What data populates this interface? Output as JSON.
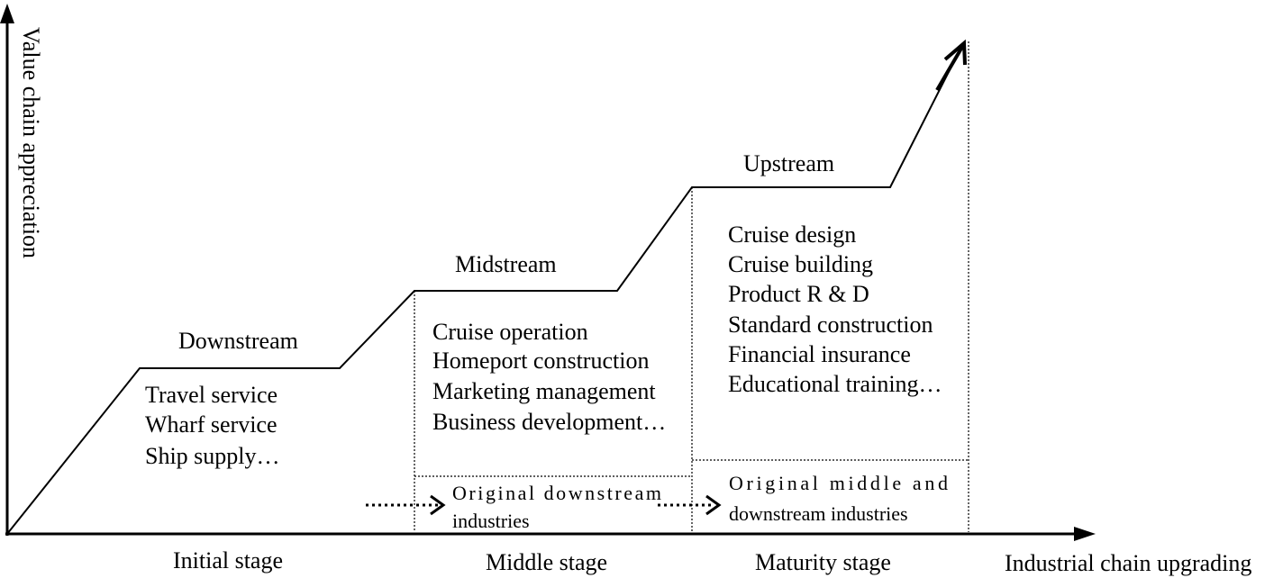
{
  "axes": {
    "y_label": "Value chain appreciation",
    "x_label": "Industrial chain upgrading"
  },
  "stages": [
    {
      "label": "Initial stage"
    },
    {
      "label": "Middle stage"
    },
    {
      "label": "Maturity stage"
    }
  ],
  "segments": [
    {
      "title": "Downstream",
      "items": [
        "Travel service",
        "Wharf service",
        "Ship supply…"
      ]
    },
    {
      "title": "Midstream",
      "items": [
        "Cruise operation",
        "Homeport construction",
        "Marketing management",
        "Business development…"
      ]
    },
    {
      "title": "Upstream",
      "items": [
        "Cruise design",
        "Cruise building",
        "Product R & D",
        "Standard construction",
        "Financial insurance",
        "Educational training…"
      ]
    }
  ],
  "original_industries": {
    "middle_stage": [
      "Original downstream",
      "industries"
    ],
    "maturity_stage": [
      "Original middle and",
      "downstream industries"
    ]
  }
}
